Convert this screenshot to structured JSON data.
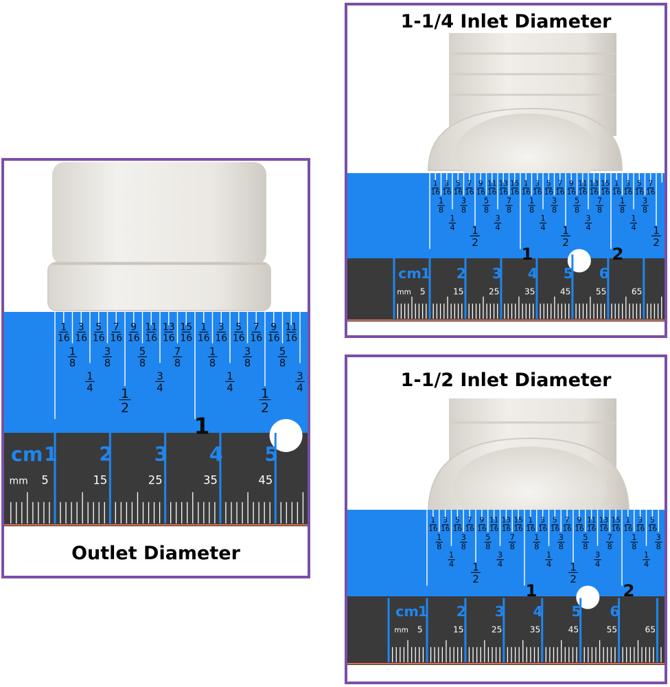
{
  "panels": {
    "outlet": {
      "caption": "Outlet Diameter"
    },
    "inlet_1_1_4": {
      "caption": "1-1/4 Inlet Diameter"
    },
    "inlet_1_1_2": {
      "caption": "1-1/2 Inlet Diameter"
    }
  },
  "ruler": {
    "cm_label": "cm",
    "mm_label": "mm",
    "inch_numbers": [
      "1",
      "2"
    ],
    "cm_numbers": [
      "1",
      "2",
      "3",
      "4",
      "5",
      "6"
    ],
    "mm_numbers": [
      "5",
      "15",
      "25",
      "35",
      "45",
      "55",
      "65"
    ],
    "fractions_16": [
      "1/16",
      "3/16",
      "5/16",
      "7/16",
      "9/16",
      "11/16",
      "13/16",
      "15/16"
    ],
    "fractions_8": [
      "1/8",
      "3/8",
      "5/8",
      "7/8"
    ],
    "fractions_4": [
      "1/4",
      "3/4"
    ],
    "fractions_2": [
      "1/2"
    ]
  },
  "colors": {
    "border": "#7a4fa6",
    "ruler_blue": "#1f86f0",
    "ruler_dark": "#3a3a3a",
    "fitting": "#ece9e4"
  }
}
